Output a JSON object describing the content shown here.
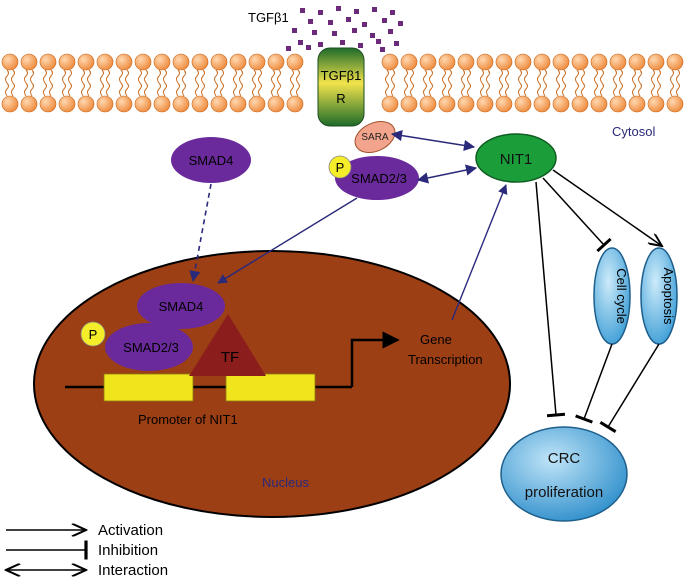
{
  "ligand": {
    "label": "TGFβ1"
  },
  "receptor": {
    "line1": "TGFβ1",
    "line2": "R"
  },
  "compartments": {
    "cytosol": "Cytosol",
    "nucleus": "Nucleus"
  },
  "nodes": {
    "sara": "SARA",
    "smad4_cyto": "SMAD4",
    "smad23_cyto": "SMAD2/3",
    "phospho_cyto": "P",
    "nit1": "NIT1",
    "smad4_nuc": "SMAD4",
    "smad23_nuc": "SMAD2/3",
    "phospho_nuc": "P",
    "tf": "TF",
    "promoter": "Promoter of NIT1",
    "gene_transcription_line1": "Gene",
    "gene_transcription_line2": "Transcription",
    "cell_cycle": "Cell cycle",
    "apoptosis": "Apoptosis",
    "crc_line1": "CRC",
    "crc_line2": "proliferation"
  },
  "legend": {
    "activation": "Activation",
    "inhibition": "Inhibition",
    "interaction": "Interaction"
  },
  "colors": {
    "membrane_head": "#F39A4F",
    "receptor": "#2E7D32",
    "smad": "#6A2A9C",
    "sara": "#F2A48C",
    "nit1": "#1B9E3A",
    "phospho": "#F5EC2A",
    "nucleus": "#9C3F14",
    "tf": "#8B1D1D",
    "promoter_box": "#F0E51C",
    "outcome": "#5EB3E0",
    "arrow_blue": "#2B2A7A",
    "ligand_dots": "#6B2B7A"
  }
}
